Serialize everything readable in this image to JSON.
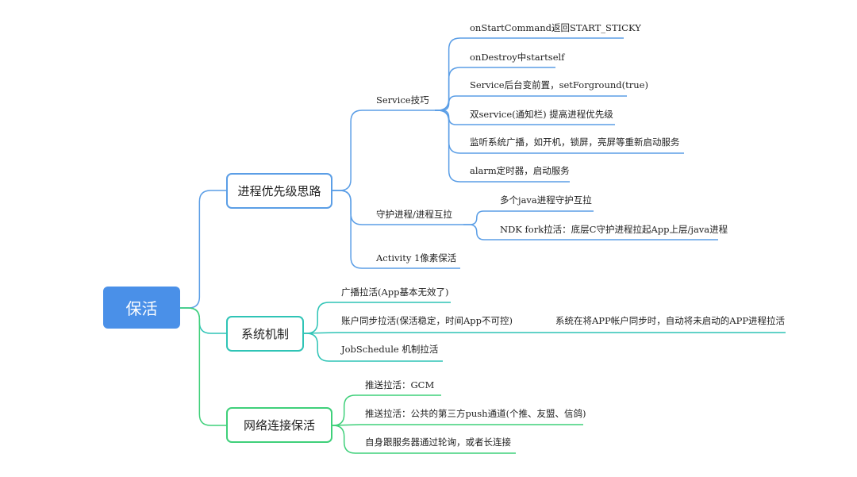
{
  "colors": {
    "root_fill": "#4a90e8",
    "blue_branch": "#5b9ee6",
    "teal_branch": "#2fc4b6",
    "green_branch": "#3fd07a"
  },
  "root": {
    "label": "保活"
  },
  "branches": [
    {
      "label": "进程优先级思路",
      "children": [
        {
          "label": "Service技巧",
          "children": [
            "onStartCommand返回START_STICKY",
            "onDestroy中startself",
            "Service后台变前置，setForground(true)",
            "双service(通知栏) 提高进程优先级",
            "监听系统广播，如开机，锁屏，亮屏等重新启动服务",
            "alarm定时器，启动服务"
          ]
        },
        {
          "label": "守护进程/进程互拉",
          "children": [
            "多个java进程守护互拉",
            "NDK fork拉活：底层C守护进程拉起App上层/java进程"
          ]
        },
        {
          "label": "Activity 1像素保活",
          "children": []
        }
      ]
    },
    {
      "label": "系统机制",
      "children": [
        {
          "label": "广播拉活(App基本无效了)",
          "children": []
        },
        {
          "label": "账户同步拉活(保活稳定，时间App不可控)",
          "children": [
            "系统在将APP帐户同步时，自动将未启动的APP进程拉活"
          ]
        },
        {
          "label": "JobSchedule 机制拉活",
          "children": []
        }
      ]
    },
    {
      "label": "网络连接保活",
      "children": [
        {
          "label": "推送拉活：GCM",
          "children": []
        },
        {
          "label": "推送拉活：公共的第三方push通道(个推、友盟、信鸽)",
          "children": []
        },
        {
          "label": "自身跟服务器通过轮询，或者长连接",
          "children": []
        }
      ]
    }
  ]
}
